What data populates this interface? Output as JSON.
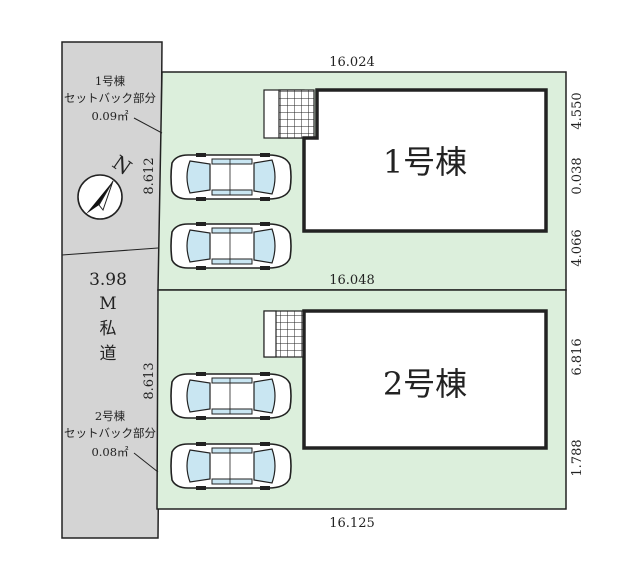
{
  "lots": [
    {
      "building_label": "1号棟",
      "setback_label_1": "1号棟",
      "setback_label_2": "セットバック部分",
      "setback_area": "0.09㎡"
    },
    {
      "building_label": "2号棟",
      "setback_label_1": "2号棟",
      "setback_label_2": "セットバック部分",
      "setback_area": "0.08㎡"
    }
  ],
  "road": {
    "width": "3.98",
    "unit": "M",
    "type_1": "私",
    "type_2": "道"
  },
  "compass": {
    "label": "N"
  },
  "dimensions": {
    "top": "16.024",
    "middle": "16.048",
    "bottom": "16.125",
    "left_lot1": "8.612",
    "left_lot2": "8.613",
    "right_1": "4.550",
    "right_2": "0.038",
    "right_3": "4.066",
    "right_4": "6.816",
    "right_5": "1.788"
  },
  "colors": {
    "lot_fill": "#dcefdc",
    "road_fill": "#d4d4d4",
    "line": "#222222"
  }
}
